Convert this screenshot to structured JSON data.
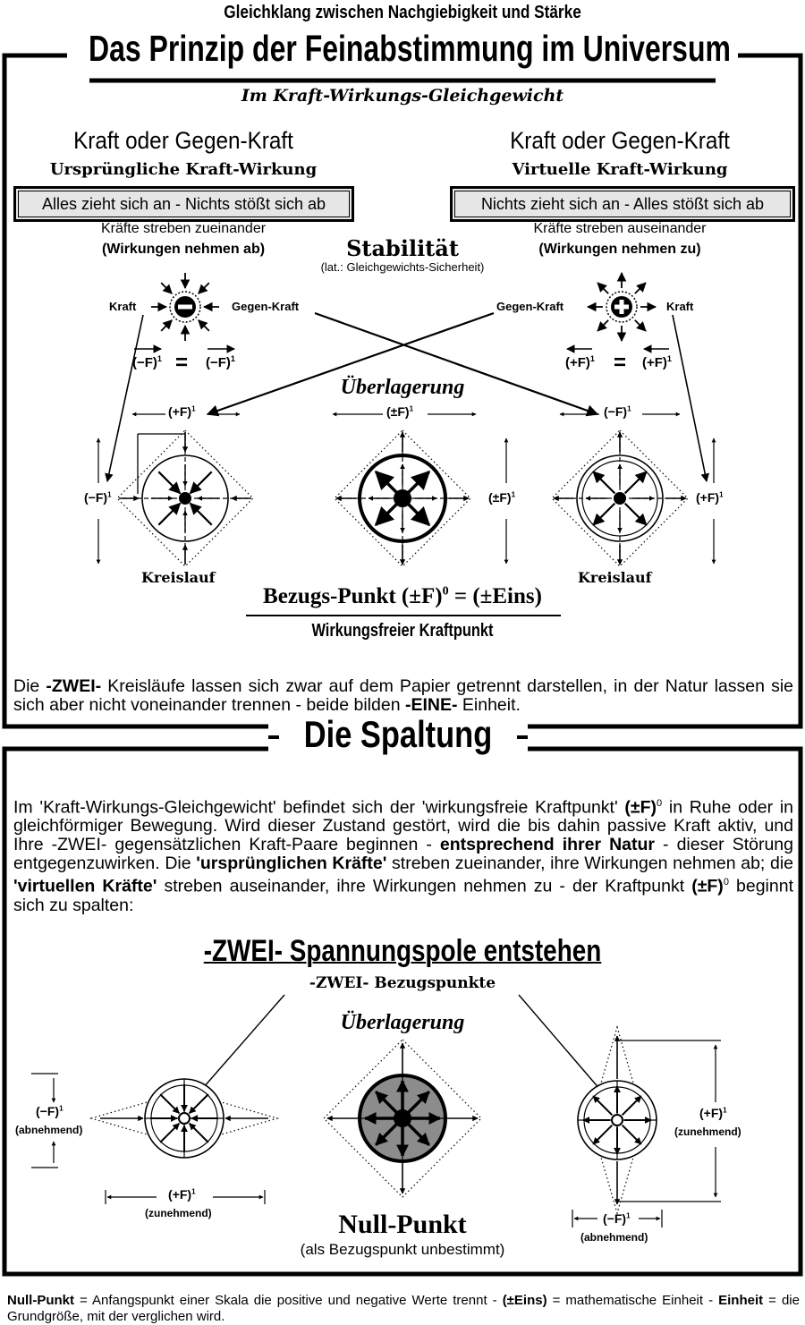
{
  "header": {
    "subtitle": "Gleichklang zwischen Nachgiebigkeit und Stärke",
    "title": "Das Prinzip der Feinabstimmung im Universum",
    "tagline": "Im Kraft-Wirkungs-Gleichgewicht"
  },
  "left_column": {
    "heading": "Kraft oder Gegen-Kraft",
    "subheading": "Ursprüngliche Kraft-Wirkung",
    "box": "Alles zieht sich an - Nichts stößt sich ab",
    "line1": "Kräfte streben zueinander",
    "line2": "(Wirkungen nehmen ab)",
    "label_kraft": "Kraft",
    "label_gegenkraft": "Gegen-Kraft",
    "eq_left": "(−F)",
    "eq_sign": "=",
    "eq_right": "(−F)",
    "sup": "1"
  },
  "right_column": {
    "heading": "Kraft oder Gegen-Kraft",
    "subheading": "Virtuelle Kraft-Wirkung",
    "box": "Nichts zieht sich an - Alles stößt sich ab",
    "line1": "Kräfte streben auseinander",
    "line2": "(Wirkungen nehmen zu)",
    "label_gegenkraft": "Gegen-Kraft",
    "label_kraft": "Kraft",
    "eq_left": "(+F)",
    "eq_sign": "=",
    "eq_right": "(+F)",
    "sup": "1"
  },
  "center": {
    "stability": "Stabilität",
    "stability_note": "(lat.: Gleichgewichts-Sicherheit)",
    "overlay": "Überlagerung"
  },
  "cycle_labels": {
    "left_top": "(+F)",
    "left_side": "(−F)",
    "left_caption": "Kreislauf",
    "mid_top": "(±F)",
    "mid_side": "(±F)",
    "right_top": "(−F)",
    "right_side": "(+F)",
    "right_caption": "Kreislauf",
    "sup": "1"
  },
  "reference_point": {
    "formula_a": "Bezugs-Punkt  (±F)",
    "sup": "0",
    "formula_b": " = (±Eins)",
    "caption": "Wirkungsfreier Kraftpunkt"
  },
  "paragraph1": {
    "p1": "Die ",
    "b1": "-ZWEI-",
    "p2": " Kreisläufe lassen sich zwar auf dem Papier getrennt darstellen, in der Natur lassen sie sich aber nicht voneinander trennen - beide bilden ",
    "b2": "-EINE-",
    "p3": " Einheit."
  },
  "section2": {
    "title": "Die Spaltung"
  },
  "paragraph2": {
    "p1": "Im 'Kraft-Wirkungs-Gleichgewicht' befindet sich der 'wirkungsfreie Kraftpunkt' ",
    "b1": "(±F)",
    "sup1": "0",
    "p2": " in Ruhe oder in gleichförmiger Bewegung. Wird dieser Zustand gestört, wird die bis dahin passive Kraft aktiv, und Ihre -ZWEI- gegensätzlichen Kraft-Paare beginnen - ",
    "b2": "entsprechend ihrer Natur",
    "p3": " - dieser Störung entgegenzuwirken. Die ",
    "b3": "'ursprünglichen Kräfte'",
    "p4": " streben zueinander, ihre Wirkungen nehmen ab; die ",
    "b4": "'virtuellen Kräfte'",
    "p5": " streben auseinander, ihre Wirkungen nehmen zu - der Kraftpunkt ",
    "b5": "(±F)",
    "sup2": "0",
    "p6": " beginnt sich zu spalten:"
  },
  "poles": {
    "title": "-ZWEI- Spannungspole entstehen",
    "subtitle": "-ZWEI- Bezugspunkte",
    "overlay": "Überlagerung",
    "left_side": "(−F)",
    "left_side_note": "(abnehmend)",
    "left_bottom": "(+F)",
    "left_bottom_note": "(zunehmend)",
    "right_side": "(+F)",
    "right_side_note": "(zunehmend)",
    "right_bottom": "(−F)",
    "right_bottom_note": "(abnehmend)",
    "sup": "1",
    "null_point": "Null-Punkt",
    "null_note": "(als Bezugspunkt unbestimmt)"
  },
  "footer": {
    "b1": "Null-Punkt",
    "p1": " = Anfangspunkt einer Skala die positive und negative Werte trennt - ",
    "b2": "(±Eins)",
    "p2": " = mathematische Einheit - ",
    "b3": "Einheit",
    "p3": " = die Grundgröße, mit der verglichen wird."
  },
  "colors": {
    "ink": "#000000",
    "box_fill": "#e6e6e6",
    "null_fill": "#8c8c8c"
  }
}
